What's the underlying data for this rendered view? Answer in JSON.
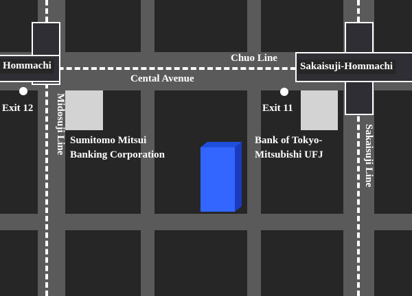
{
  "colors": {
    "road": "#5a5a5a",
    "block": "#262626",
    "building": "#d3d3d3",
    "target_building_front": "#3366ff",
    "target_building_top": "#1f4fdd",
    "target_building_side": "#1a3bbf",
    "text": "#ffffff"
  },
  "stations": {
    "west": "Hommachi",
    "east": "Sakaisuji-Hommachi"
  },
  "lines": {
    "chuo": "Chuo Line",
    "midosuji": "Midosuji Line",
    "sakaisuji": "Sakaisuji Line"
  },
  "streets": {
    "main": "Cental Avenue"
  },
  "exits": {
    "left": "Exit 12",
    "right": "Exit 11"
  },
  "landmarks": {
    "smbc_line1": "Sumitomo Mitsui",
    "smbc_line2": "Banking Corporation",
    "btmu_line1": "Bank of Tokyo-",
    "btmu_line2": "Mitsubishi UFJ"
  }
}
